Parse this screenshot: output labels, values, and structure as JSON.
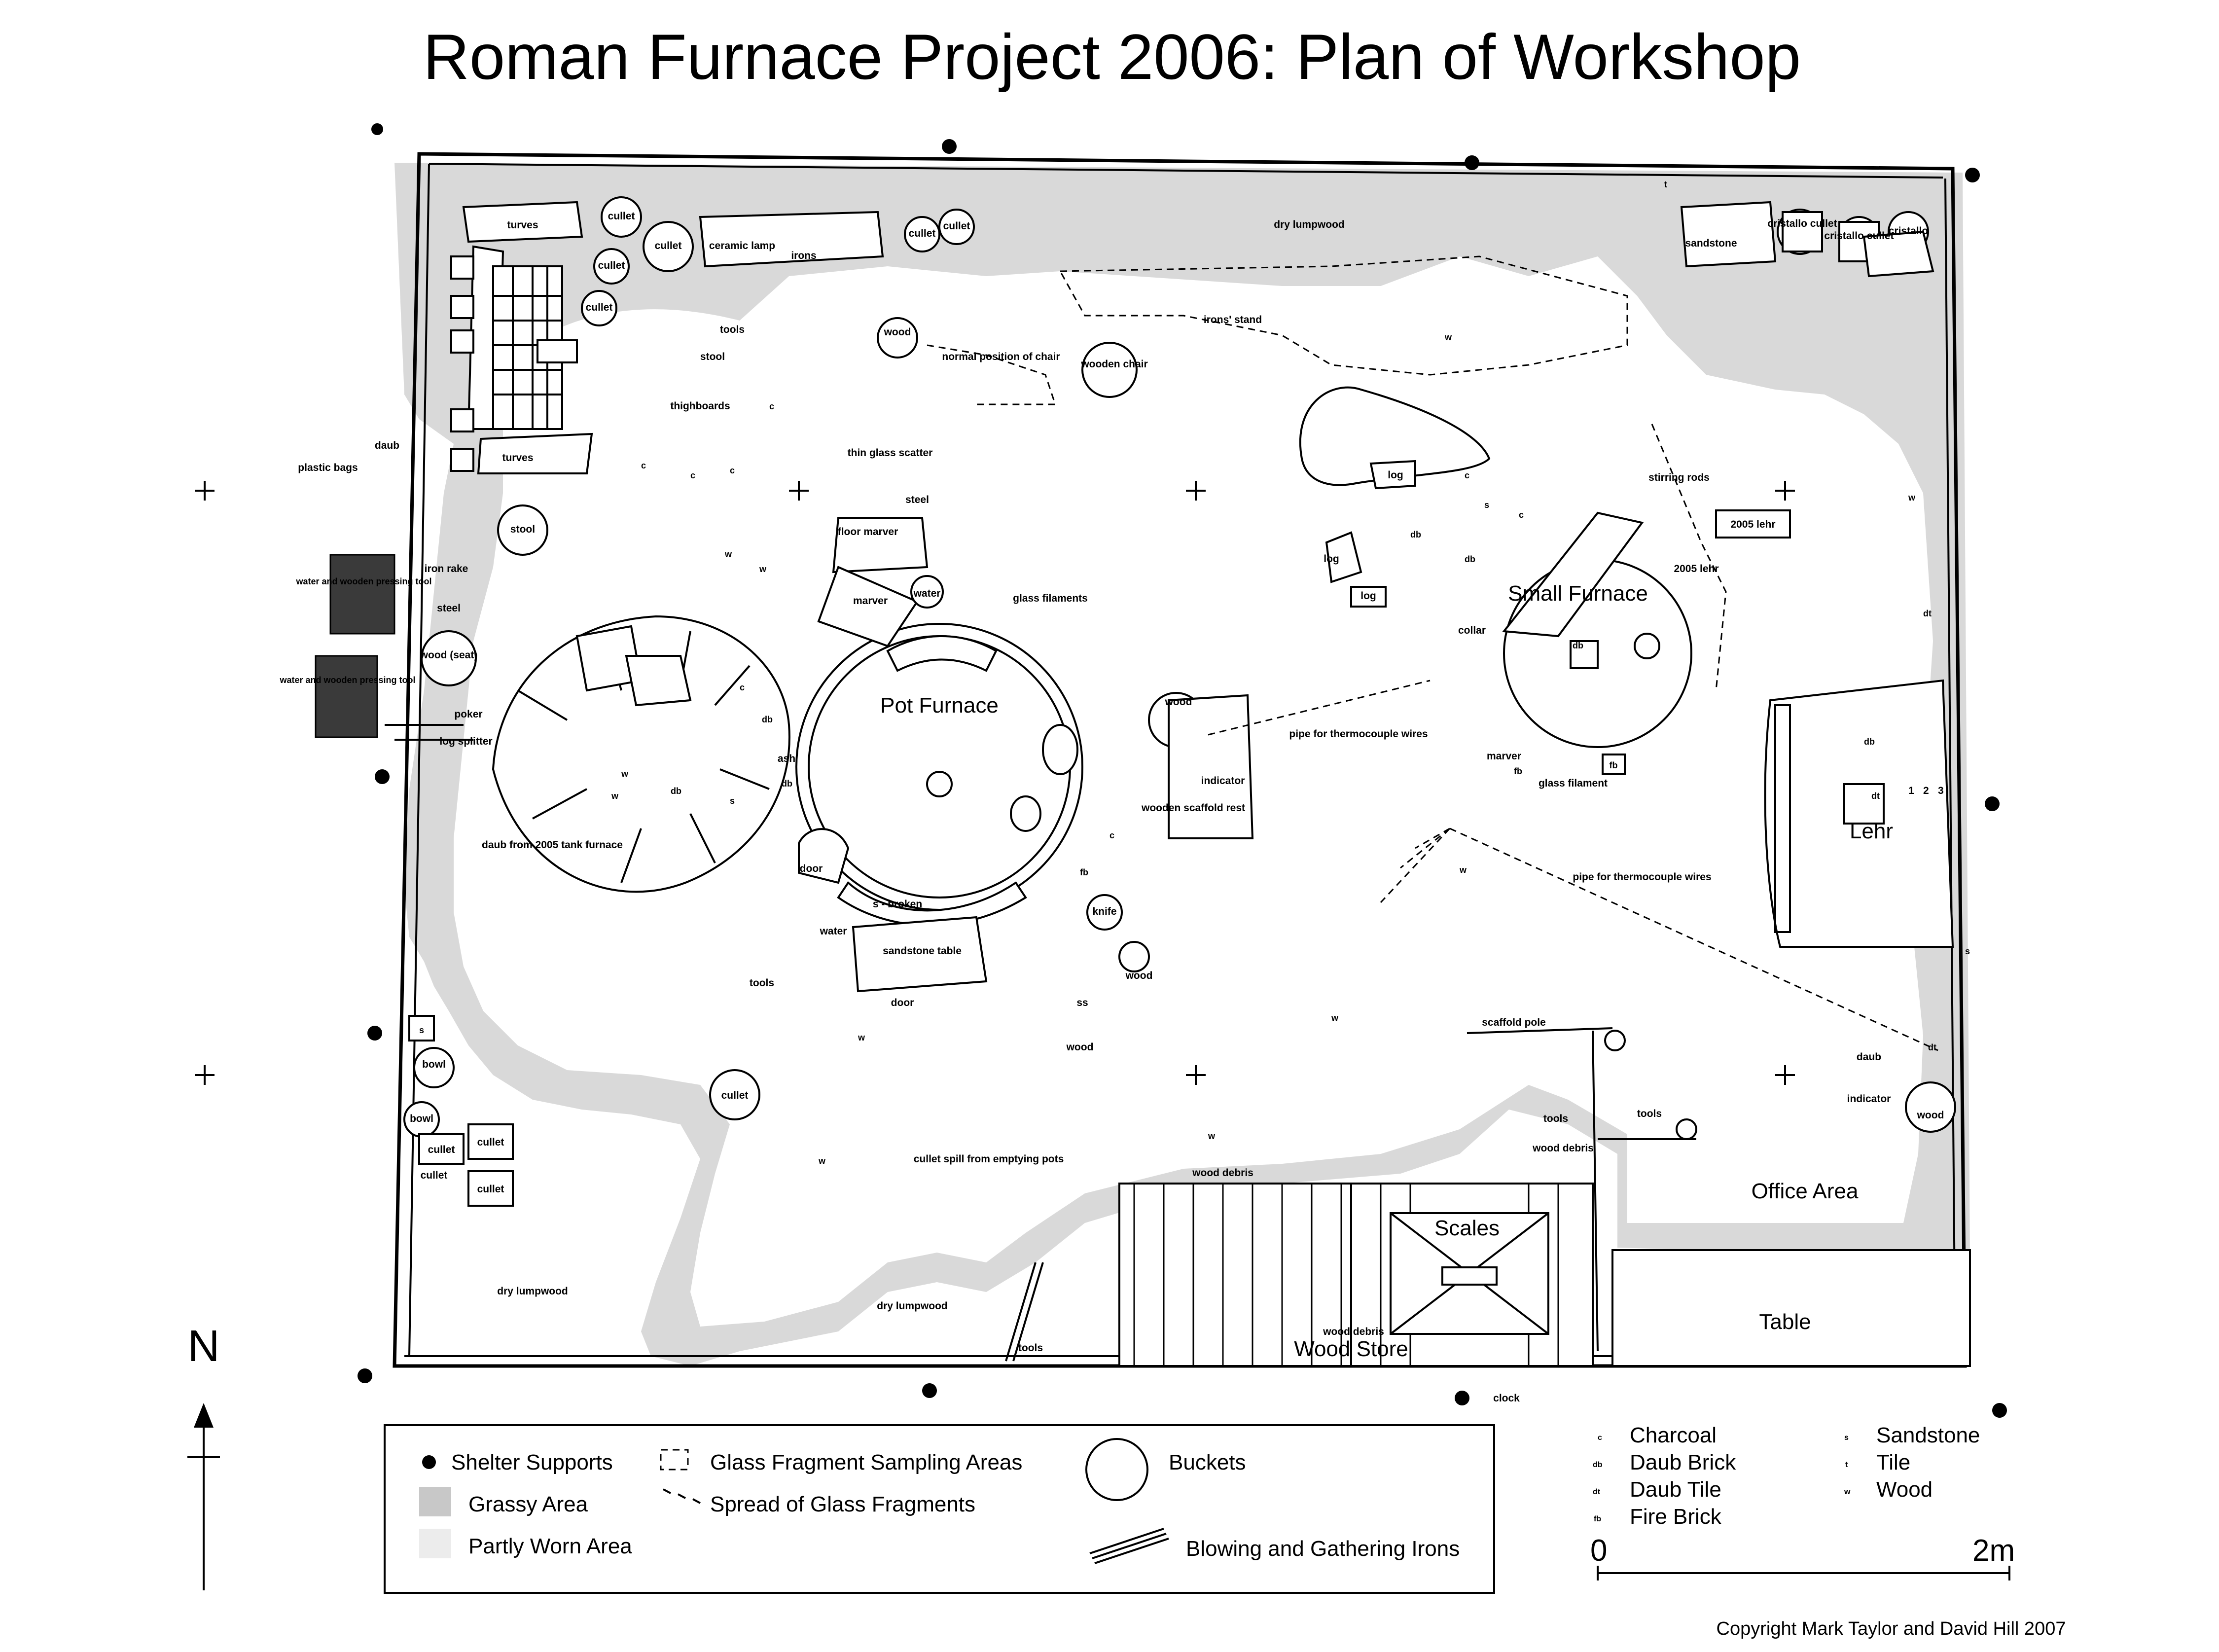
{
  "title": "Roman Furnace Project 2006: Plan of Workshop",
  "north_label": "N",
  "features": {
    "pot_furnace": "Pot Furnace",
    "small_furnace": "Small Furnace",
    "lehr": "Lehr",
    "office_area": "Office Area",
    "table": "Table",
    "scales": "Scales",
    "wood_store": "Wood Store"
  },
  "labels": {
    "turves": "turves",
    "cullet": "cullet",
    "ceramic_lamp": "ceramic lamp",
    "irons": "irons",
    "tools": "tools",
    "stool": "stool",
    "thighboards": "thighboards",
    "wood": "wood",
    "normal_position_of_chair": "normal position of chair",
    "wooden_chair": "wooden chair",
    "irons_stand": "irons' stand",
    "dry_lumpwood": "dry lumpwood",
    "sandstone": "sandstone",
    "cristallo_cullet": "cristallo cullet",
    "cristallo": "cristallo",
    "daub": "daub",
    "plastic_bags": "plastic bags",
    "iron_rake": "iron rake",
    "steel": "steel",
    "water_and_wooden_pressing_tool": "water and wooden pressing tool",
    "wood_seat": "wood (seat)",
    "poker": "poker",
    "log_splitter": "log splitter",
    "thin_glass_scatter": "thin glass scatter",
    "floor_marver": "floor marver",
    "marver": "marver",
    "water": "water",
    "glass_filaments": "glass filaments",
    "ash": "ash",
    "daub_from_2005": "daub from 2005 tank furnace",
    "door": "door",
    "s_broken": "s - broken",
    "sandstone_table": "sandstone table",
    "knife": "knife",
    "indicator": "indicator",
    "wooden_scaffold_rest": "wooden scaffold rest",
    "pipe_for_thermocouple_wires": "pipe for thermocouple wires",
    "log": "log",
    "collar": "collar",
    "glass_filament": "glass filament",
    "stirring_rods": "stirring rods",
    "lehr_2005": "2005 lehr",
    "scaffold_pole": "scaffold pole",
    "wood_debris": "wood debris",
    "bowl": "bowl",
    "cullet_spill": "cullet spill from emptying pots",
    "wood_debris_store": "wood debris",
    "clock": "clock",
    "ss": "ss",
    "db": "db",
    "dt": "dt",
    "fb": "fb",
    "s": "s",
    "w": "w",
    "c": "c",
    "t": "t",
    "num1": "1",
    "num2": "2",
    "num3": "3"
  },
  "legend": {
    "items": [
      {
        "symbol": "shelter-support-dot",
        "label": "Shelter Supports"
      },
      {
        "symbol": "grassy-area-swatch",
        "label": "Grassy Area"
      },
      {
        "symbol": "partly-worn-area-swatch",
        "label": "Partly Worn Area"
      },
      {
        "symbol": "dashed-box",
        "label": "Glass Fragment Sampling Areas"
      },
      {
        "symbol": "glass-dashes",
        "label": "Spread of Glass Fragments"
      },
      {
        "symbol": "bucket-circle",
        "label": "Buckets"
      },
      {
        "symbol": "irons-lines",
        "label": "Blowing and Gathering Irons"
      }
    ],
    "abbreviations": [
      {
        "code": "c",
        "meaning": "Charcoal"
      },
      {
        "code": "db",
        "meaning": "Daub Brick"
      },
      {
        "code": "dt",
        "meaning": "Daub Tile"
      },
      {
        "code": "fb",
        "meaning": "Fire Brick"
      },
      {
        "code": "s",
        "meaning": "Sandstone"
      },
      {
        "code": "t",
        "meaning": "Tile"
      },
      {
        "code": "w",
        "meaning": "Wood"
      }
    ]
  },
  "scale_bar": {
    "start": "0",
    "end": "2m"
  },
  "copyright": "Copyright Mark Taylor and David Hill 2007",
  "colors": {
    "grass": "#d9d9d9",
    "worn": "#e6e6e6",
    "dark_fill": "#3a3a3a"
  }
}
